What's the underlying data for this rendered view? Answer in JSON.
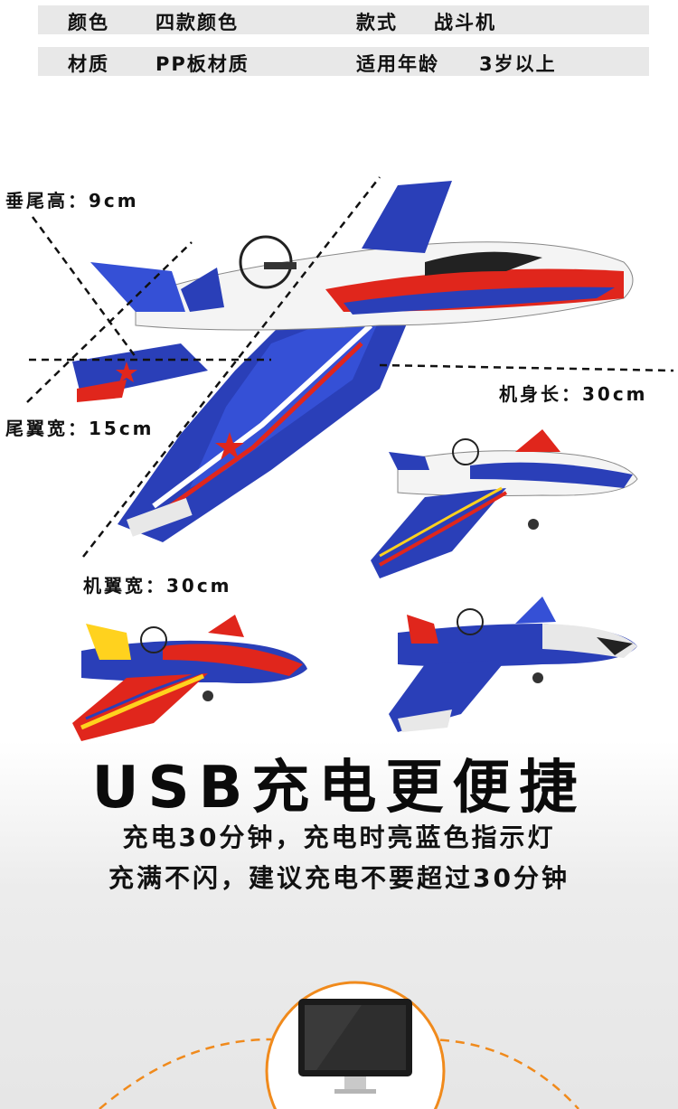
{
  "specs": {
    "row1": {
      "k1": "颜色",
      "v1": "四款颜色",
      "k2": "款式",
      "v2": "战斗机"
    },
    "row2": {
      "k1": "材质",
      "v1": "PP板材质",
      "k2": "适用年龄",
      "v2": "3岁以上"
    }
  },
  "dimensions": {
    "fin_height": "垂尾高：9cm",
    "tail_width": "尾翼宽：15cm",
    "body_length": "机身长：30cm",
    "wing_width": "机翼宽：30cm"
  },
  "headline": "USB充电更便捷",
  "desc": {
    "line1": "充电30分钟，充电时亮蓝色指示灯",
    "line2": "充满不闪，建议充电不要超过30分钟"
  },
  "icons": {
    "monitor": "monitor-icon"
  },
  "colors": {
    "accent": "#f08a1c",
    "spec_bg": "#e8e8e8",
    "plane_blue": "#2a3fb8",
    "plane_red": "#e0261c"
  }
}
